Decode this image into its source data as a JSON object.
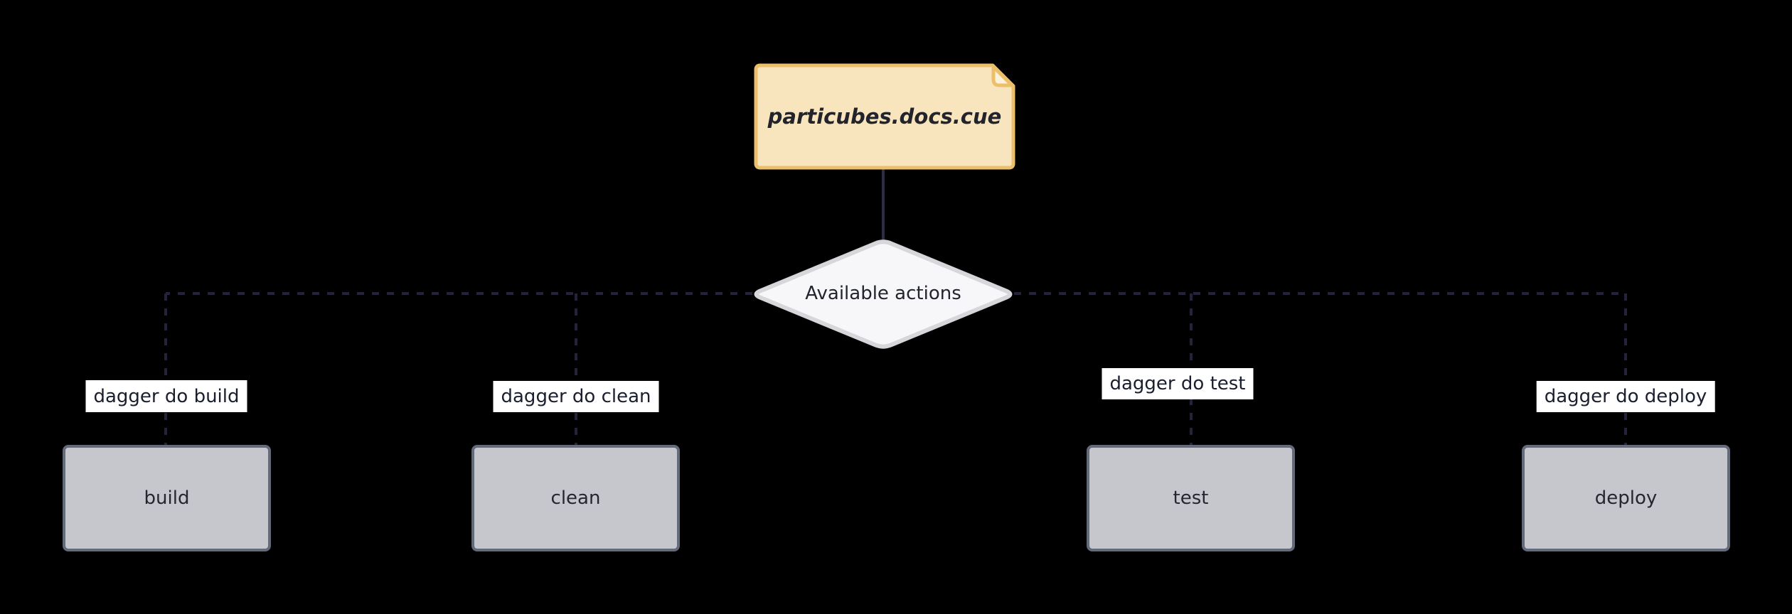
{
  "diagram": {
    "note": {
      "label": "particubes.docs.cue"
    },
    "decision": {
      "label": "Available actions"
    },
    "actions": [
      {
        "command": "dagger do build",
        "label": "build"
      },
      {
        "command": "dagger do clean",
        "label": "clean"
      },
      {
        "command": "dagger do test",
        "label": "test"
      },
      {
        "command": "dagger do deploy",
        "label": "deploy"
      }
    ],
    "colors": {
      "background": "#000000",
      "note_fill": "#f8e5bd",
      "note_fold_fill": "#fdf2d9",
      "note_border": "#ecc06a",
      "decision_fill": "#f7f7f9",
      "decision_border": "#d6d6db",
      "action_fill": "#c5c7cd",
      "action_border": "#636a79",
      "edge_label_background": "#ffffff",
      "edge_color": "#23233c",
      "text_color": "#23252f"
    }
  }
}
